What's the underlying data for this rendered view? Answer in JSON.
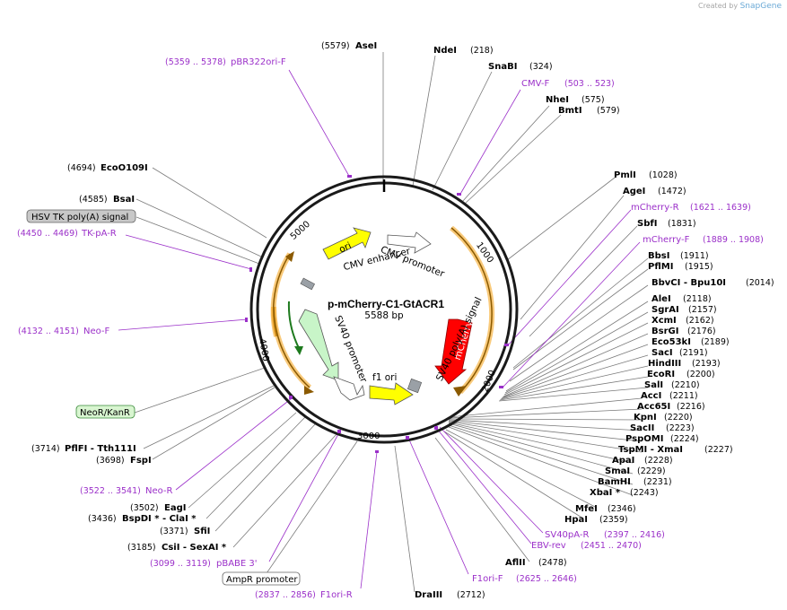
{
  "credit": {
    "prefix": "Created by",
    "brand": "SnapGene"
  },
  "plasmid": {
    "name": "p-mCherry-C1-GtACR1",
    "length": "5588 bp"
  },
  "ruler": [
    "1000",
    "2000",
    "3000",
    "4000",
    "5000"
  ],
  "features": {
    "ori": "ori",
    "cmv_enhancer": "CMV enhancer",
    "cmv_promoter": "CMV promoter",
    "mcherry": "mCherry",
    "sv40_polya": "SV40 poly(A) signal",
    "f1_ori": "f1 ori",
    "sv40_promoter": "SV40 promoter"
  },
  "sites_right": [
    {
      "name": "PmlI",
      "pos": "(1028)"
    },
    {
      "name": "AgeI",
      "pos": "(1472)"
    },
    {
      "name": "SbfI",
      "pos": "(1831)"
    },
    {
      "name": "BbsI",
      "pos": "(1911)"
    },
    {
      "name": "PflMI",
      "pos": "(1915)"
    },
    {
      "name": "BbvCI  - Bpu10I",
      "pos": "(2014)"
    },
    {
      "name": "AleI",
      "pos": "(2118)"
    },
    {
      "name": "SgrAI",
      "pos": "(2157)"
    },
    {
      "name": "XcmI",
      "pos": "(2162)"
    },
    {
      "name": "BsrGI",
      "pos": "(2176)"
    },
    {
      "name": "Eco53kI",
      "pos": "(2189)"
    },
    {
      "name": "SacI",
      "pos": "(2191)"
    },
    {
      "name": "HindIII",
      "pos": "(2193)"
    },
    {
      "name": "EcoRI",
      "pos": "(2200)"
    },
    {
      "name": "SalI",
      "pos": "(2210)"
    },
    {
      "name": "AccI",
      "pos": "(2211)"
    },
    {
      "name": "Acc65I",
      "pos": "(2216)"
    },
    {
      "name": "KpnI",
      "pos": "(2220)"
    },
    {
      "name": "SacII",
      "pos": "(2223)"
    },
    {
      "name": "PspOMI",
      "pos": "(2224)"
    },
    {
      "name": "TspMI  - XmaI",
      "pos": "(2227)"
    },
    {
      "name": "ApaI",
      "pos": "(2228)"
    },
    {
      "name": "SmaI",
      "pos": "(2229)"
    },
    {
      "name": "BamHI",
      "pos": "(2231)"
    },
    {
      "name": "XbaI *",
      "pos": "(2243)"
    },
    {
      "name": "MfeI",
      "pos": "(2346)"
    },
    {
      "name": "HpaI",
      "pos": "(2359)"
    }
  ],
  "sites_top": [
    {
      "name": "AseI",
      "pos": "(5579)"
    },
    {
      "name": "NdeI",
      "pos": "(218)"
    },
    {
      "name": "SnaBI",
      "pos": "(324)"
    },
    {
      "name": "NheI",
      "pos": "(575)"
    },
    {
      "name": "BmtI",
      "pos": "(579)"
    }
  ],
  "sites_left": [
    {
      "name": "EcoO109I",
      "pos": "(4694)"
    },
    {
      "name": "BsaI",
      "pos": "(4585)"
    },
    {
      "name": "PflFI  - Tth111I",
      "pos": "(3714)"
    },
    {
      "name": "FspI",
      "pos": "(3698)"
    },
    {
      "name": "EagI",
      "pos": "(3502)"
    },
    {
      "name": "BspDI *  - ClaI *",
      "pos": "(3436)"
    },
    {
      "name": "SfiI",
      "pos": "(3371)"
    },
    {
      "name": "CsiI  - SexAI *",
      "pos": "(3185)"
    }
  ],
  "sites_bottom": [
    {
      "name": "AflII",
      "pos": "(2478)"
    },
    {
      "name": "DraIII",
      "pos": "(2712)"
    }
  ],
  "primers": [
    {
      "name": "pBR322ori-F",
      "pos": "(5359 .. 5378)"
    },
    {
      "name": "CMV-F",
      "pos": "(503 .. 523)"
    },
    {
      "name": "mCherry-R",
      "pos": "(1621 .. 1639)"
    },
    {
      "name": "mCherry-F",
      "pos": "(1889 .. 1908)"
    },
    {
      "name": "TK-pA-R",
      "pos": "(4450 .. 4469)"
    },
    {
      "name": "Neo-F",
      "pos": "(4132 .. 4151)"
    },
    {
      "name": "Neo-R",
      "pos": "(3522 .. 3541)"
    },
    {
      "name": "pBABE 3'",
      "pos": "(3099 .. 3119)"
    },
    {
      "name": "F1ori-R",
      "pos": "(2837 .. 2856)"
    },
    {
      "name": "F1ori-F",
      "pos": "(2625 .. 2646)"
    },
    {
      "name": "EBV-rev",
      "pos": "(2451 .. 2470)"
    },
    {
      "name": "SV40pA-R",
      "pos": "(2397 .. 2416)"
    }
  ],
  "boxed_features": {
    "hsv_tk": "HSV TK poly(A) signal",
    "neor": "NeoR/KanR",
    "ampr": "AmpR promoter"
  },
  "colors": {
    "primer": "#9b30c9",
    "ori": "#ffff00",
    "mcherry": "#ff0000",
    "sv40_promoter": "#c8f5c8",
    "orange_arc": "#f5a623",
    "neor_box": "#d8f5d0",
    "hsv_box": "#c8c8c8"
  }
}
